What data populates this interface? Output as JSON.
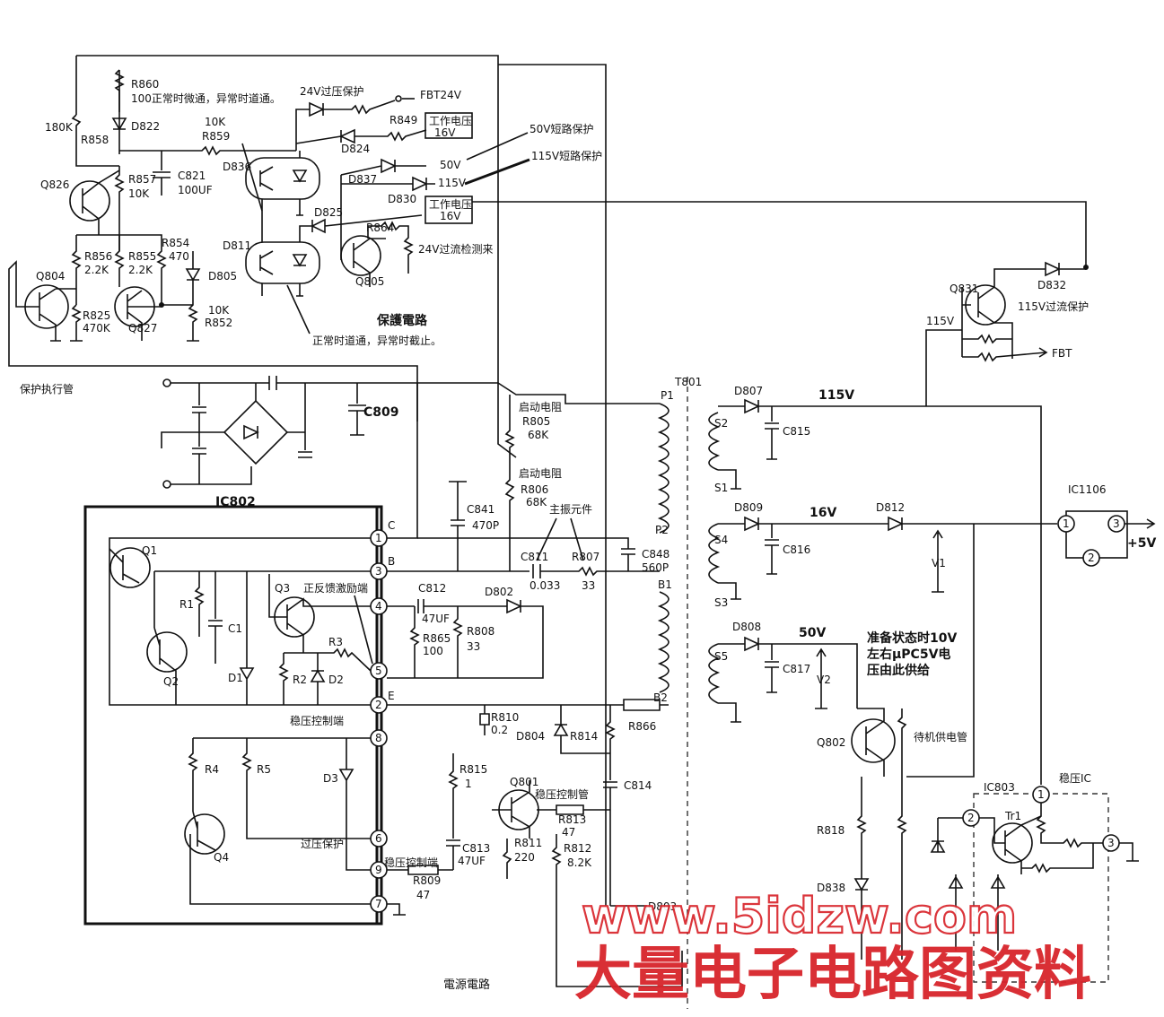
{
  "protection": {
    "title": "保護電路",
    "exec_tube": "保护执行管",
    "r860": "R860",
    "r860_note": "100正常时微通，异常时道通。",
    "d822": "D822",
    "r858": "R858",
    "r858_val": "180K",
    "r859": "R859",
    "r859_val": "10K",
    "c821": "C821",
    "c821_val": "100UF",
    "r857": "R857",
    "r857_val": "10K",
    "q826": "Q826",
    "d836": "D836",
    "d811": "D811",
    "d805": "D805",
    "r854": "R854",
    "r854_val": "470",
    "r856": "R856",
    "r856_val": "2.2K",
    "r855": "R855",
    "r855_val": "2.2K",
    "q804": "Q804",
    "r825": "R825",
    "r825_val": "470K",
    "q827": "Q827",
    "r852": "R852",
    "r852_val": "10K",
    "ov24": "24V过压保护",
    "fbt24": "FBT24V",
    "r849": "R849",
    "work_v1": "工作电压",
    "v16a": "16V",
    "d824": "D824",
    "sc50": "50V短路保护",
    "sc115": "115V短路保护",
    "v50": "50V",
    "v115": "115V",
    "d837": "D837",
    "d830": "D830",
    "d825": "D825",
    "work_v2": "工作电压",
    "v16b": "16V",
    "r864": "R864",
    "oc24": "24V过流检测来",
    "q805": "Q805",
    "opto_note": "正常时道通，异常时截止。"
  },
  "power": {
    "title": "電源電路",
    "ic802": "IC802",
    "c809": "C809",
    "start_r1": "启动电阻",
    "r805": "R805",
    "r805_val": "68K",
    "start_r2": "启动电阻",
    "r806": "R806",
    "r806_val": "68K",
    "c841": "C841",
    "c841_val": "470P",
    "main_osc": "主振元件",
    "c811": "C811",
    "c811_val": "0.033",
    "r807": "R807",
    "r807_val": "33",
    "c848": "C848",
    "c848_val": "560P",
    "c812": "C812",
    "c812_val": "47UF",
    "d802": "D802",
    "r865": "R865",
    "r865_val": "100",
    "r808": "R808",
    "r808_val": "33",
    "feedback": "正反馈激励端",
    "r810": "R810",
    "r810_val": "0.2",
    "d804": "D804",
    "r814": "R814",
    "r866": "R866",
    "c814": "C814",
    "reg_ctrl1": "稳压控制端",
    "r815": "R815",
    "r815_val": "1",
    "q801": "Q801",
    "reg_tube": "稳压控制管",
    "r813": "R813",
    "r813_val": "47",
    "c813": "C813",
    "c813_val": "47UF",
    "r811": "R811",
    "r811_val": "220",
    "r812": "R812",
    "r812_val": "8.2K",
    "ov_prot": "过压保护",
    "reg_ctrl2": "稳压控制端",
    "r809": "R809",
    "r809_val": "47",
    "d803": "D803",
    "pin_c": "C",
    "pin_b": "B",
    "pin_e": "E",
    "q1": "Q1",
    "q2": "Q2",
    "q3": "Q3",
    "q4": "Q4",
    "r1": "R1",
    "r2": "R2",
    "r3": "R3",
    "r4": "R4",
    "r5": "R5",
    "c1": "C1",
    "d1": "D1",
    "d2": "D2",
    "d3": "D3",
    "pins": [
      "1",
      "3",
      "4",
      "5",
      "2",
      "8",
      "6",
      "9",
      "7"
    ]
  },
  "transformer": {
    "t801": "T801",
    "p1": "P1",
    "p2": "P2",
    "b1": "B1",
    "b2": "B2",
    "s1": "S1",
    "s2": "S2",
    "s3": "S3",
    "s4": "S4",
    "s5": "S5"
  },
  "secondary": {
    "d807": "D807",
    "v115": "115V",
    "c815": "C815",
    "d809": "D809",
    "v16": "16V",
    "d812": "D812",
    "c816": "C816",
    "v1": "V1",
    "d808": "D808",
    "v50": "50V",
    "c817": "C817",
    "v2": "V2",
    "standby_note1": "准备状态时10V",
    "standby_note2": "左右μPC5V电",
    "standby_note3": "压由此供给",
    "q802": "Q802",
    "standby_tube": "待机供电管",
    "r818": "R818",
    "d838": "D838",
    "ic1106": "IC1106",
    "ic1106_pins": [
      "1",
      "2",
      "3"
    ],
    "plus5": "+5V",
    "q831": "Q831",
    "d832": "D832",
    "v115_b": "115V",
    "oc115": "115V过流保护",
    "fbt": "FBT",
    "ic803": "IC803",
    "reg_ic": "稳压IC",
    "tr1": "Tr1",
    "ic803_pins": [
      "1",
      "2",
      "3"
    ]
  },
  "watermark": {
    "line1": "www.5idzw.com",
    "line2": "大量电子电路图资料"
  }
}
